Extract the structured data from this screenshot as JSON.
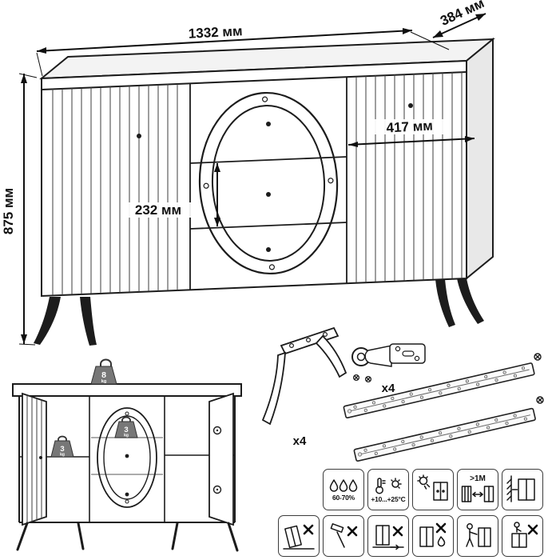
{
  "dimensions": {
    "width": "1332 мм",
    "depth": "384 мм",
    "height": "875 мм",
    "door_width": "417 мм",
    "drawer_height": "232 мм"
  },
  "hardware": {
    "legs_qty": "x4",
    "hinges_qty": "x4"
  },
  "load_limits": {
    "top": "8",
    "center_shelf": "3",
    "side_shelf": "3",
    "unit": "kg"
  },
  "care_icons_row1": [
    {
      "name": "humidity-icon",
      "label": "60-70%"
    },
    {
      "name": "temperature-icon",
      "label": "+10...+25°C"
    },
    {
      "name": "no-direct-sunlight-icon",
      "label": ""
    },
    {
      "name": "heat-source-distance-icon",
      "label": ">1M"
    },
    {
      "name": "wall-clearance-icon",
      "label": ""
    }
  ],
  "care_icons_row2": [
    {
      "name": "do-not-tilt-icon"
    },
    {
      "name": "no-hammer-icon"
    },
    {
      "name": "do-not-drag-icon"
    },
    {
      "name": "no-wet-cleaning-icon"
    },
    {
      "name": "carry-upright-icon"
    },
    {
      "name": "do-not-climb-icon"
    }
  ],
  "colors": {
    "line": "#1c1c1c",
    "background": "#ffffff"
  }
}
